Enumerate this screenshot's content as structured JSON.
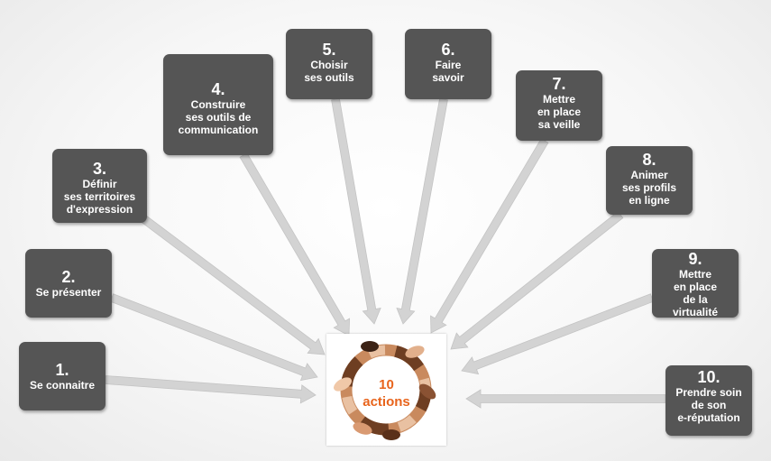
{
  "center": {
    "line1": "10",
    "line2": "actions",
    "accent": "#e8641c"
  },
  "actions": [
    {
      "number": "1.",
      "label": "Se connaitre"
    },
    {
      "number": "2.",
      "label": "Se présenter"
    },
    {
      "number": "3.",
      "label": "Définir\nses territoires\nd'expression"
    },
    {
      "number": "4.",
      "label": "Construire\nses outils de\ncommunication"
    },
    {
      "number": "5.",
      "label": "Choisir\nses outils"
    },
    {
      "number": "6.",
      "label": "Faire\nsavoir"
    },
    {
      "number": "7.",
      "label": "Mettre\nen place\nsa veille"
    },
    {
      "number": "8.",
      "label": "Animer\nses profils\nen ligne"
    },
    {
      "number": "9.",
      "label": "Mettre\nen place\nde la\nvirtualité"
    },
    {
      "number": "10.",
      "label": "Prendre soin\nde son\ne-réputation"
    }
  ],
  "colors": {
    "box": "#555555",
    "box_text": "#ffffff",
    "arrow": "#d3d3d3"
  }
}
